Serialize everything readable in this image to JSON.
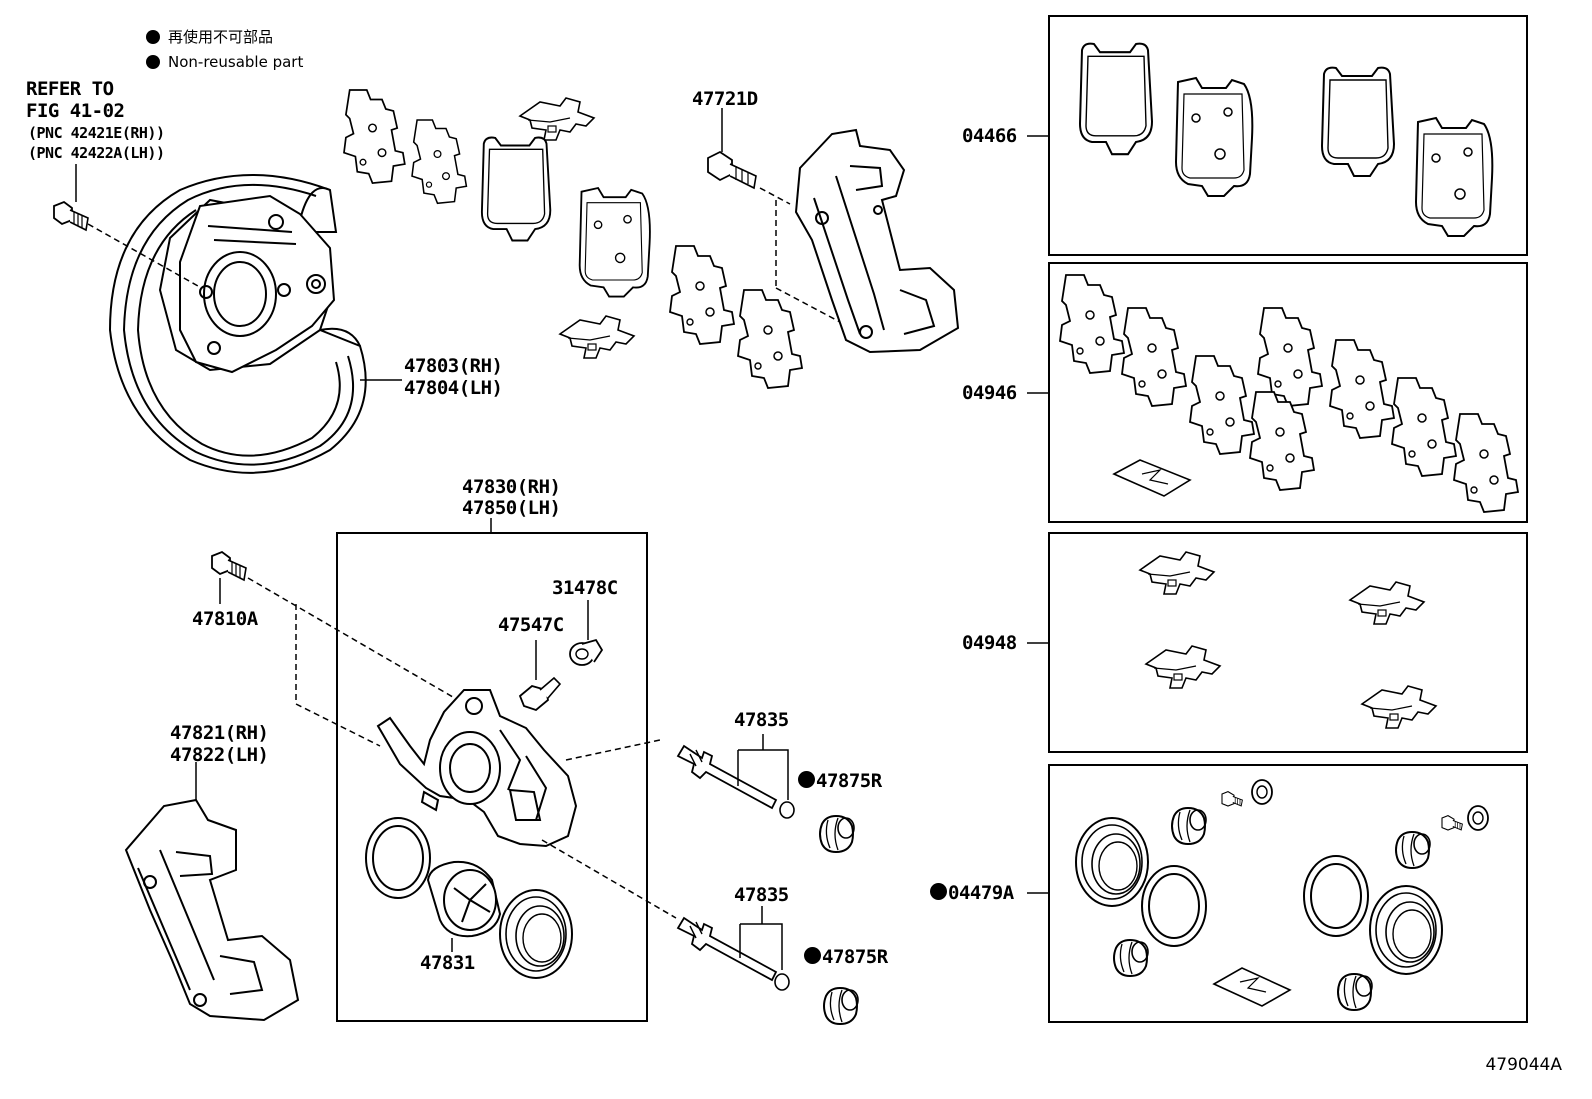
{
  "legend": {
    "jp": "再使用不可部品",
    "en": "Non-reusable part"
  },
  "refer": {
    "line1": "REFER TO",
    "line2": "FIG 41-02",
    "line3": "(PNC 42421E(RH))",
    "line4": "(PNC 42422A(LH))"
  },
  "parts": {
    "p47803": "47803(RH)",
    "p47804": "47804(LH)",
    "p47721D": "47721D",
    "p47830": "47830(RH)",
    "p47850": "47850(LH)",
    "p47810A": "47810A",
    "p31478C": "31478C",
    "p47547C": "47547C",
    "p47821": "47821(RH)",
    "p47822": "47822(LH)",
    "p47835a": "47835",
    "p47875Ra": "47875R",
    "p47835b": "47835",
    "p47875Rb": "47875R",
    "p47831": "47831",
    "p04466": "04466",
    "p04946": "04946",
    "p04948": "04948",
    "p04479A": "04479A"
  },
  "figure_id": "479044A"
}
